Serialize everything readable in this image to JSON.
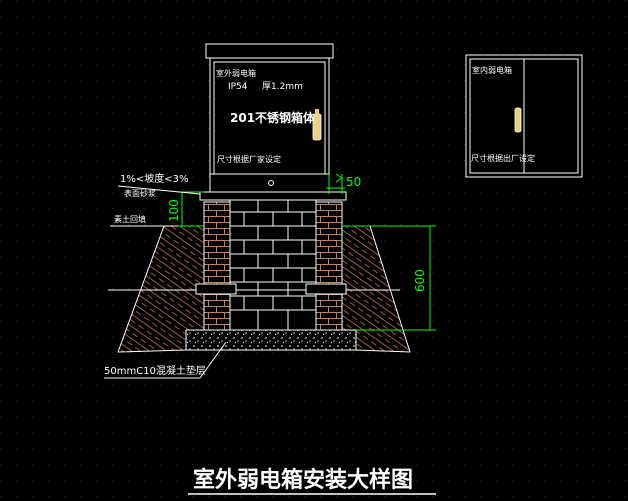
{
  "title": "室外弱电箱安装大样图",
  "front_box": {
    "line1": "室外弱电箱",
    "line2": "IP54",
    "line3": "厚1.2mm",
    "line4": "201不锈钢箱体",
    "line5": "尺寸根据厂家设定"
  },
  "side_box": {
    "label_top": "室内弱电箱",
    "label_bottom": "尺寸根据出厂设定"
  },
  "annotations": {
    "slope": "1%<坡度<3%",
    "slope_sub": "表面砂浆",
    "fill": "素土回填",
    "cushion": "50mmC10混凝土垫层"
  },
  "dimensions": {
    "top_offset": "50",
    "upper_height": "100",
    "depth": "600"
  },
  "colors": {
    "background": "#000000",
    "line": "#ffffff",
    "dimension": "#00ff00",
    "brick": "#c08060",
    "soil": "#9a5a4a",
    "key_lock": "#e8d080"
  }
}
